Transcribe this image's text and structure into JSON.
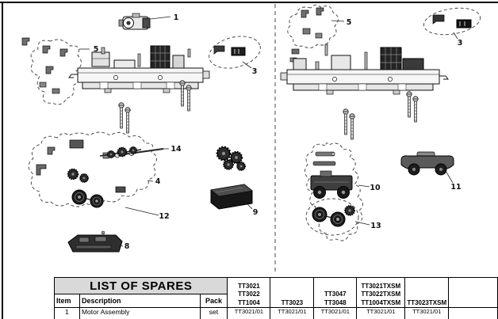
{
  "diagram": {
    "left": {
      "callout_1": "1",
      "callout_3": "3",
      "callout_4": "4",
      "callout_5": "5",
      "callout_8": "8",
      "callout_9": "9",
      "callout_12": "12",
      "callout_14": "14"
    },
    "right": {
      "callout_3": "3",
      "callout_5": "5",
      "callout_10": "10",
      "callout_11": "11",
      "callout_13": "13"
    }
  },
  "spares_table": {
    "title": "LIST OF SPARES",
    "col_item": "Item",
    "col_description": "Description",
    "col_pack": "Pack",
    "variants": [
      {
        "line1": "TT3021",
        "line2": "TT3022",
        "line3": "TT1004"
      },
      {
        "line1": "TT3023"
      },
      {
        "line1": "TT3047",
        "line2": "TT3048"
      },
      {
        "line1": "TT3021TXSM",
        "line2": "TT3022TXSM",
        "line3": "TT1004TXSM"
      },
      {
        "line1": "TT3023TXSM"
      }
    ],
    "rows": [
      {
        "item": "1",
        "description": "Motor Assembly",
        "pack": "set",
        "codes": [
          "TT3021/01",
          "TT3021/01",
          "TT3021/01",
          "TT3021/01",
          "TT3021/01"
        ]
      }
    ]
  }
}
